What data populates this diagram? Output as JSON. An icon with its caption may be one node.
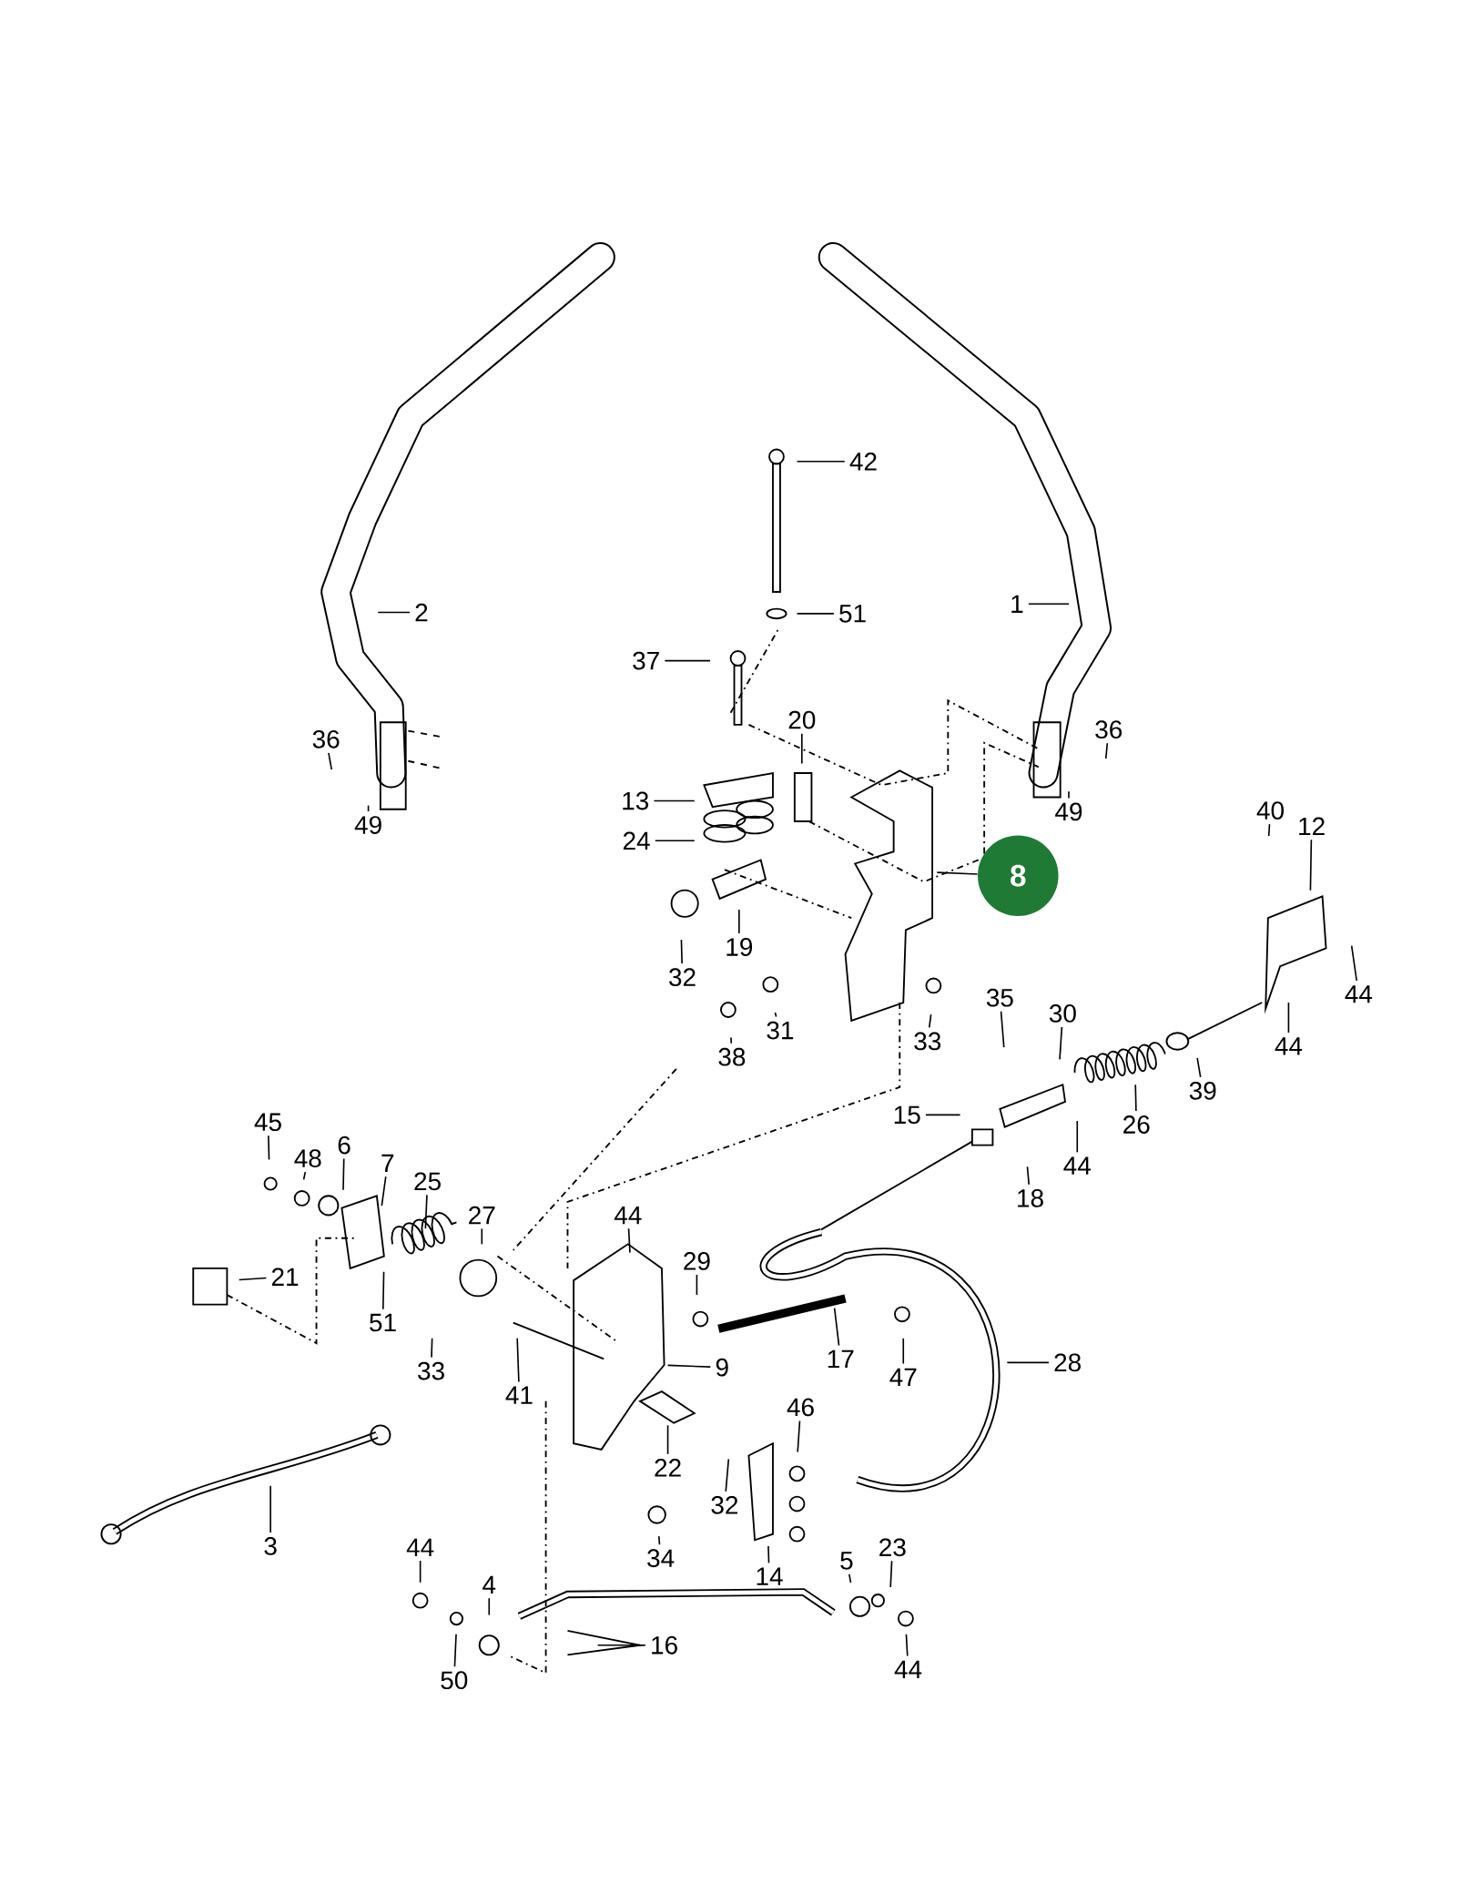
{
  "diagram": {
    "nodes": [
      {
        "text": [
          "42"
        ]
      },
      {
        "text": [
          "2"
        ]
      },
      {
        "text": [
          "1"
        ]
      },
      {
        "text": [
          "51"
        ]
      },
      {
        "text": [
          "37"
        ]
      },
      {
        "text": [
          "20"
        ]
      },
      {
        "text": [
          "36"
        ]
      },
      {
        "text": [
          "36"
        ]
      },
      {
        "text": [
          "13"
        ]
      },
      {
        "text": [
          "49"
        ]
      },
      {
        "text": [
          "40"
        ]
      },
      {
        "text": [
          "12"
        ]
      },
      {
        "text": [
          "49"
        ]
      },
      {
        "text": [
          "24"
        ]
      },
      {
        "text": [
          "8"
        ]
      },
      {
        "text": [
          "19"
        ]
      },
      {
        "text": [
          "32"
        ]
      },
      {
        "text": [
          "44"
        ]
      },
      {
        "text": [
          "35"
        ]
      },
      {
        "text": [
          "30"
        ]
      },
      {
        "text": [
          "33"
        ]
      },
      {
        "text": [
          "31"
        ]
      },
      {
        "text": [
          "44"
        ]
      },
      {
        "text": [
          "38"
        ]
      },
      {
        "text": [
          "39"
        ]
      },
      {
        "text": [
          "15"
        ]
      },
      {
        "text": [
          "45"
        ]
      },
      {
        "text": [
          "26"
        ]
      },
      {
        "text": [
          "6"
        ]
      },
      {
        "text": [
          "48"
        ]
      },
      {
        "text": [
          "7"
        ]
      },
      {
        "text": [
          "44"
        ]
      },
      {
        "text": [
          "25"
        ]
      },
      {
        "text": [
          "18"
        ]
      },
      {
        "text": [
          "27"
        ]
      },
      {
        "text": [
          "44"
        ]
      },
      {
        "text": [
          "29"
        ]
      },
      {
        "text": [
          "21"
        ]
      },
      {
        "text": [
          "51"
        ]
      },
      {
        "text": [
          "28"
        ]
      },
      {
        "text": [
          "17"
        ]
      },
      {
        "text": [
          "9"
        ]
      },
      {
        "text": [
          "33"
        ]
      },
      {
        "text": [
          "47"
        ]
      },
      {
        "text": [
          "41"
        ]
      },
      {
        "text": [
          "46"
        ]
      },
      {
        "text": [
          "22"
        ]
      },
      {
        "text": [
          "32"
        ]
      },
      {
        "text": [
          "3"
        ]
      },
      {
        "text": [
          "44"
        ]
      },
      {
        "text": [
          "23"
        ]
      },
      {
        "text": [
          "34"
        ]
      },
      {
        "text": [
          "5"
        ]
      },
      {
        "text": [
          "14"
        ]
      },
      {
        "text": [
          "4"
        ]
      },
      {
        "text": [
          "16"
        ]
      },
      {
        "text": [
          "44"
        ]
      },
      {
        "text": [
          "50"
        ]
      }
    ],
    "edges": [
      {
        "from": 0,
        "to": null,
        "arrow": "none"
      },
      {
        "from": 1,
        "to": null,
        "arrow": "none"
      },
      {
        "from": 2,
        "to": null,
        "arrow": "none"
      },
      {
        "from": 3,
        "to": null,
        "arrow": "none"
      },
      {
        "from": 4,
        "to": null,
        "arrow": "none"
      },
      {
        "from": 5,
        "to": null,
        "arrow": "none"
      },
      {
        "from": 6,
        "to": null,
        "arrow": "none"
      },
      {
        "from": 7,
        "to": null,
        "arrow": "none"
      },
      {
        "from": 8,
        "to": null,
        "arrow": "none"
      },
      {
        "from": 9,
        "to": null,
        "arrow": "none"
      },
      {
        "from": 10,
        "to": null,
        "arrow": "none"
      },
      {
        "from": 11,
        "to": null,
        "arrow": "none"
      },
      {
        "from": 12,
        "to": null,
        "arrow": "none"
      },
      {
        "from": 13,
        "to": null,
        "arrow": "none"
      },
      {
        "from": 14,
        "to": null,
        "arrow": "none"
      },
      {
        "from": 15,
        "to": null,
        "arrow": "none"
      },
      {
        "from": 16,
        "to": null,
        "arrow": "none"
      },
      {
        "from": 17,
        "to": null,
        "arrow": "none"
      },
      {
        "from": 18,
        "to": null,
        "arrow": "none"
      },
      {
        "from": 19,
        "to": null,
        "arrow": "none"
      },
      {
        "from": 20,
        "to": null,
        "arrow": "none"
      },
      {
        "from": 21,
        "to": null,
        "arrow": "none"
      },
      {
        "from": 22,
        "to": null,
        "arrow": "none"
      },
      {
        "from": 23,
        "to": null,
        "arrow": "none"
      },
      {
        "from": 24,
        "to": null,
        "arrow": "none"
      },
      {
        "from": 25,
        "to": null,
        "arrow": "none"
      },
      {
        "from": 26,
        "to": null,
        "arrow": "none"
      },
      {
        "from": 27,
        "to": null,
        "arrow": "none"
      },
      {
        "from": 28,
        "to": null,
        "arrow": "none"
      },
      {
        "from": 29,
        "to": null,
        "arrow": "none"
      },
      {
        "from": 30,
        "to": null,
        "arrow": "none"
      },
      {
        "from": 31,
        "to": null,
        "arrow": "none"
      },
      {
        "from": 32,
        "to": null,
        "arrow": "none"
      },
      {
        "from": 33,
        "to": null,
        "arrow": "none"
      },
      {
        "from": 34,
        "to": null,
        "arrow": "none"
      },
      {
        "from": 35,
        "to": null,
        "arrow": "none"
      },
      {
        "from": 36,
        "to": null,
        "arrow": "none"
      },
      {
        "from": 37,
        "to": null,
        "arrow": "none"
      },
      {
        "from": 38,
        "to": null,
        "arrow": "none"
      },
      {
        "from": 39,
        "to": null,
        "arrow": "none"
      },
      {
        "from": 40,
        "to": null,
        "arrow": "none"
      },
      {
        "from": 41,
        "to": null,
        "arrow": "none"
      },
      {
        "from": 42,
        "to": null,
        "arrow": "none"
      },
      {
        "from": 43,
        "to": null,
        "arrow": "none"
      },
      {
        "from": 44,
        "to": null,
        "arrow": "none"
      },
      {
        "from": 45,
        "to": null,
        "arrow": "none"
      },
      {
        "from": 46,
        "to": null,
        "arrow": "none"
      },
      {
        "from": 47,
        "to": null,
        "arrow": "none"
      },
      {
        "from": 48,
        "to": null,
        "arrow": "none"
      },
      {
        "from": 49,
        "to": null,
        "arrow": "none"
      },
      {
        "from": 50,
        "to": null,
        "arrow": "none"
      },
      {
        "from": 51,
        "to": null,
        "arrow": "none"
      },
      {
        "from": 52,
        "to": null,
        "arrow": "none"
      },
      {
        "from": 53,
        "to": null,
        "arrow": "none"
      },
      {
        "from": 54,
        "to": null,
        "arrow": "none"
      },
      {
        "from": 55,
        "to": null,
        "arrow": "none"
      },
      {
        "from": 56,
        "to": null,
        "arrow": "none"
      },
      {
        "from": 57,
        "to": null,
        "arrow": "none"
      }
    ]
  }
}
